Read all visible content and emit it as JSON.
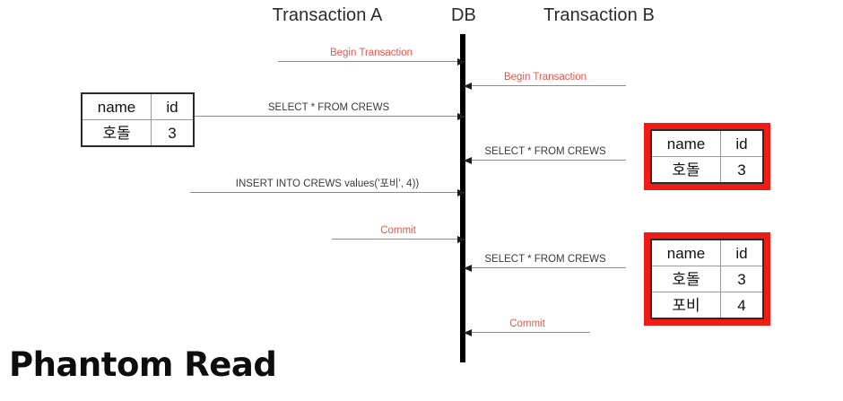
{
  "diagram": {
    "title": "Phantom Read",
    "lanes": [
      {
        "name": "transaction-a",
        "label": "Transaction A"
      },
      {
        "name": "db",
        "label": "DB"
      },
      {
        "name": "transaction-b",
        "label": "Transaction B"
      }
    ],
    "messages": [
      {
        "id": "a-begin",
        "label": "Begin Transaction",
        "from": "Transaction A",
        "to": "DB",
        "color": "red",
        "direction": "right"
      },
      {
        "id": "b-begin",
        "label": "Begin Transaction",
        "from": "Transaction B",
        "to": "DB",
        "color": "red",
        "direction": "left"
      },
      {
        "id": "a-select-1",
        "label": "SELECT * FROM CREWS",
        "from": "Transaction A",
        "to": "DB",
        "color": "black",
        "direction": "right"
      },
      {
        "id": "b-select-1",
        "label": "SELECT * FROM CREWS",
        "from": "Transaction B",
        "to": "DB",
        "color": "black",
        "direction": "left"
      },
      {
        "id": "a-insert",
        "label": "INSERT INTO CREWS values('포비', 4))",
        "from": "Transaction A",
        "to": "DB",
        "color": "black",
        "direction": "right"
      },
      {
        "id": "a-commit",
        "label": "Commit",
        "from": "Transaction A",
        "to": "DB",
        "color": "red",
        "direction": "right"
      },
      {
        "id": "b-select-2",
        "label": "SELECT * FROM CREWS",
        "from": "Transaction B",
        "to": "DB",
        "color": "black",
        "direction": "left"
      },
      {
        "id": "b-commit",
        "label": "Commit",
        "from": "Transaction B",
        "to": "DB",
        "color": "red",
        "direction": "left"
      }
    ],
    "result_sets": [
      {
        "id": "result-a",
        "highlight": false,
        "columns": [
          "name",
          "id"
        ],
        "rows": [
          [
            "호돌",
            "3"
          ]
        ]
      },
      {
        "id": "result-b-first",
        "highlight": true,
        "columns": [
          "name",
          "id"
        ],
        "rows": [
          [
            "호돌",
            "3"
          ]
        ]
      },
      {
        "id": "result-b-second",
        "highlight": true,
        "columns": [
          "name",
          "id"
        ],
        "rows": [
          [
            "호돌",
            "3"
          ],
          [
            "포비",
            "4"
          ]
        ]
      }
    ],
    "colors": {
      "label_red": "#e2564c",
      "highlight_red": "#ef1c15",
      "lifeline": "#000000",
      "arrow_line": "#8c8c8c",
      "background": "#ffffff"
    }
  }
}
